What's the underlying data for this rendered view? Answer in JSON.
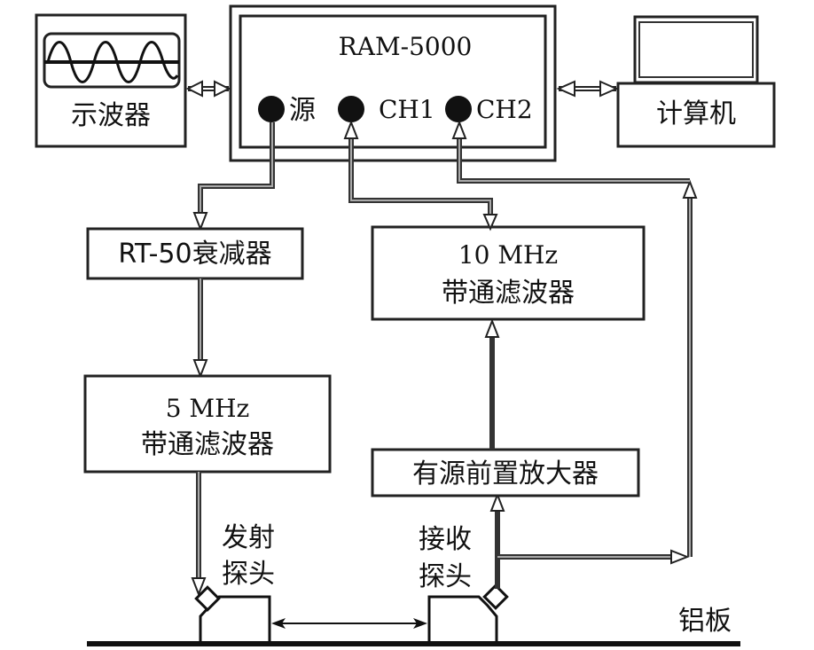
{
  "diagram": {
    "oscilloscope": {
      "label": "示波器",
      "icon": "sine-wave-icon"
    },
    "ram": {
      "title": "RAM-5000",
      "ports": [
        {
          "id": "source",
          "label": "源"
        },
        {
          "id": "ch1",
          "label": "CH1"
        },
        {
          "id": "ch2",
          "label": "CH2"
        }
      ]
    },
    "computer": {
      "label": "计算机",
      "icon": "monitor-icon"
    },
    "attenuator": {
      "label": "RT-50衰减器"
    },
    "filter_5mhz": {
      "line1": "5 MHz",
      "line2": "带通滤波器"
    },
    "filter_10mhz": {
      "line1": "10 MHz",
      "line2": "带通滤波器"
    },
    "preamp": {
      "label": "有源前置放大器"
    },
    "transmit_probe": {
      "line1": "发射",
      "line2": "探头"
    },
    "receive_probe": {
      "line1": "接收",
      "line2": "探头"
    },
    "plate": {
      "label": "铝板"
    },
    "connections": [
      {
        "from": "oscilloscope",
        "to": "ram",
        "type": "bidirectional"
      },
      {
        "from": "ram",
        "to": "computer",
        "type": "bidirectional"
      },
      {
        "from": "ram.source",
        "to": "attenuator"
      },
      {
        "from": "attenuator",
        "to": "filter_5mhz"
      },
      {
        "from": "filter_5mhz",
        "to": "transmit_probe"
      },
      {
        "from": "receive_probe",
        "to": "preamp"
      },
      {
        "from": "preamp",
        "to": "filter_10mhz"
      },
      {
        "from": "filter_10mhz",
        "to": "ram.ch1"
      },
      {
        "from": "receive_probe",
        "to": "ram.ch2"
      },
      {
        "from": "transmit_probe",
        "to": "receive_probe",
        "type": "distance"
      }
    ]
  }
}
